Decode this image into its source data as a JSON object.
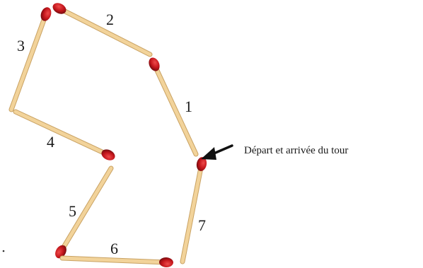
{
  "diagram": {
    "caption": "Départ et arrivée du tour",
    "matches": [
      {
        "id": "1",
        "label": "1"
      },
      {
        "id": "2",
        "label": "2"
      },
      {
        "id": "3",
        "label": "3"
      },
      {
        "id": "4",
        "label": "4"
      },
      {
        "id": "5",
        "label": "5"
      },
      {
        "id": "6",
        "label": "6"
      },
      {
        "id": "7",
        "label": "7"
      }
    ],
    "colors": {
      "stick": "#f2d39a",
      "stick_edge": "#c9a263",
      "head": "#c4161c",
      "head_dark": "#7d0a0e",
      "text": "#1a1a1a",
      "arrow": "#111111"
    }
  }
}
